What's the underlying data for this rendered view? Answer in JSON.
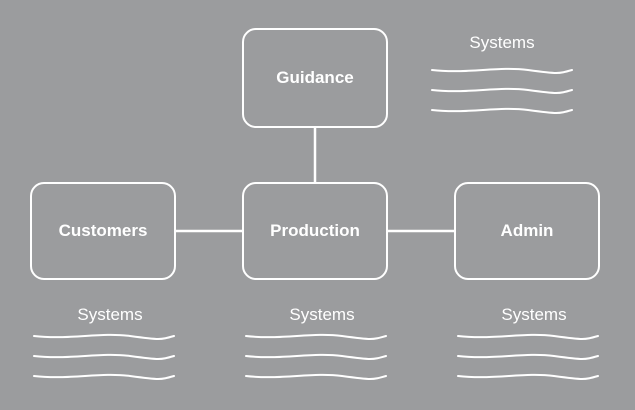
{
  "diagram": {
    "nodes": {
      "guidance": "Guidance",
      "customers": "Customers",
      "production": "Production",
      "admin": "Admin"
    },
    "labels": {
      "top": "Systems",
      "customers": "Systems",
      "production": "Systems",
      "admin": "Systems"
    }
  },
  "colors": {
    "background": "#9b9c9e",
    "stroke": "#ffffff"
  }
}
